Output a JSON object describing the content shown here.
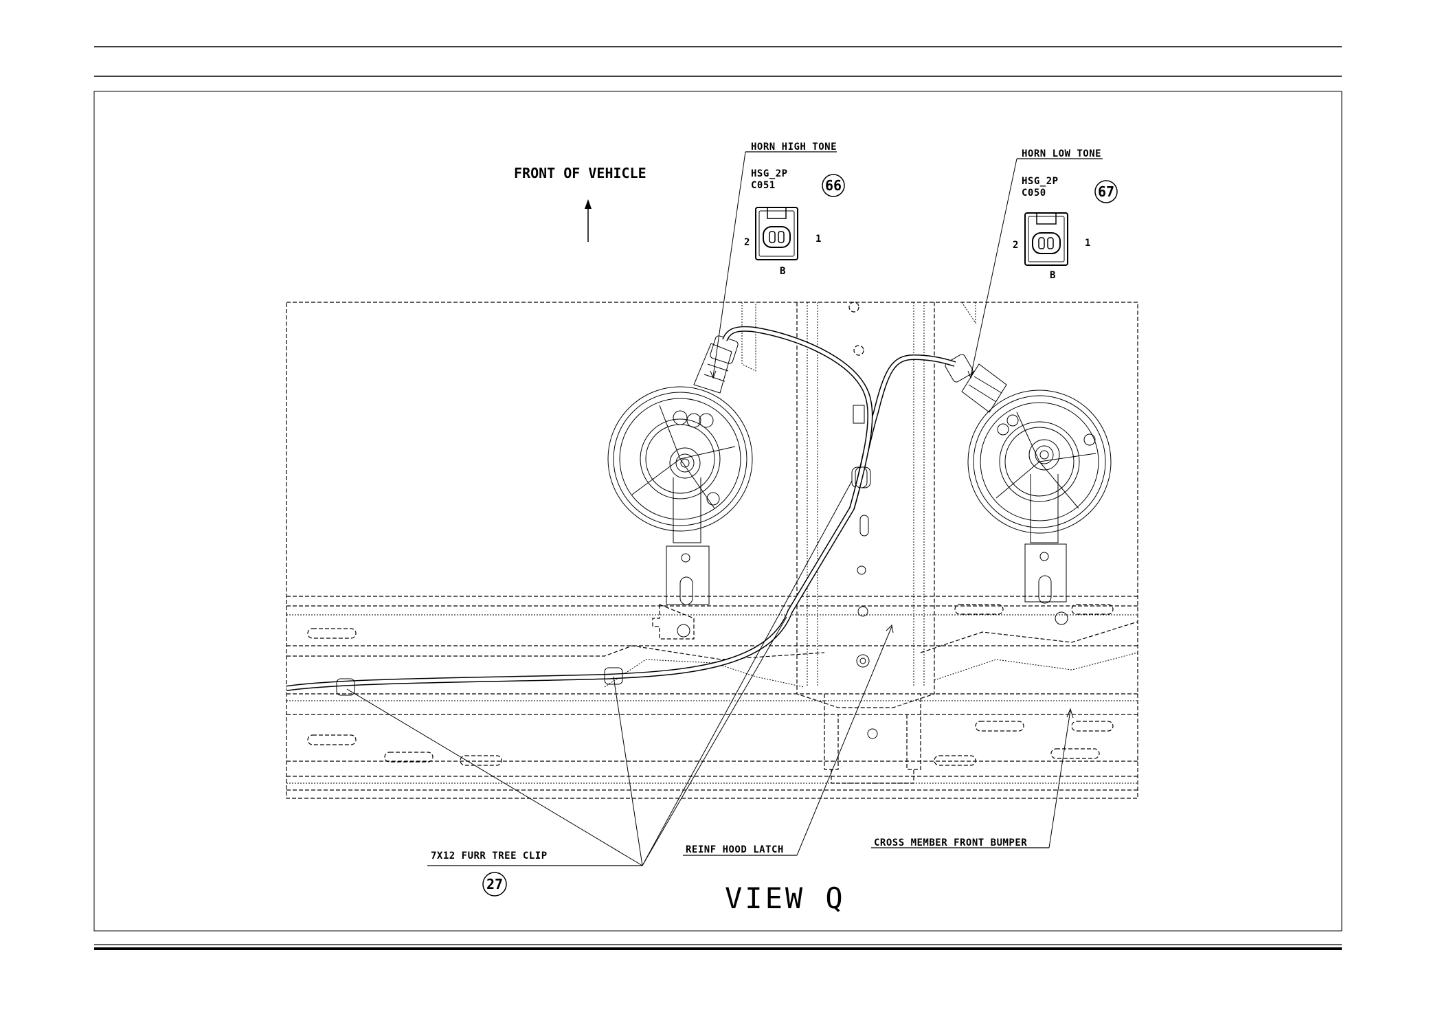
{
  "drawing": {
    "front_of_vehicle": "FRONT OF VEHICLE",
    "view_label": "VIEW Q"
  },
  "connectors": [
    {
      "title": "HORN HIGH TONE",
      "housing": "HSG_2P",
      "code": "C051",
      "callout": "66",
      "pin_left": "2",
      "pin_right": "1",
      "side": "B"
    },
    {
      "title": "HORN LOW TONE",
      "housing": "HSG_2P",
      "code": "C050",
      "callout": "67",
      "pin_left": "2",
      "pin_right": "1",
      "side": "B"
    }
  ],
  "parts": {
    "clip_label": "7X12  FURR TREE CLIP",
    "clip_callout": "27",
    "reinf_label": "REINF HOOD LATCH",
    "cross_member_label": "CROSS MEMBER FRONT BUMPER"
  }
}
